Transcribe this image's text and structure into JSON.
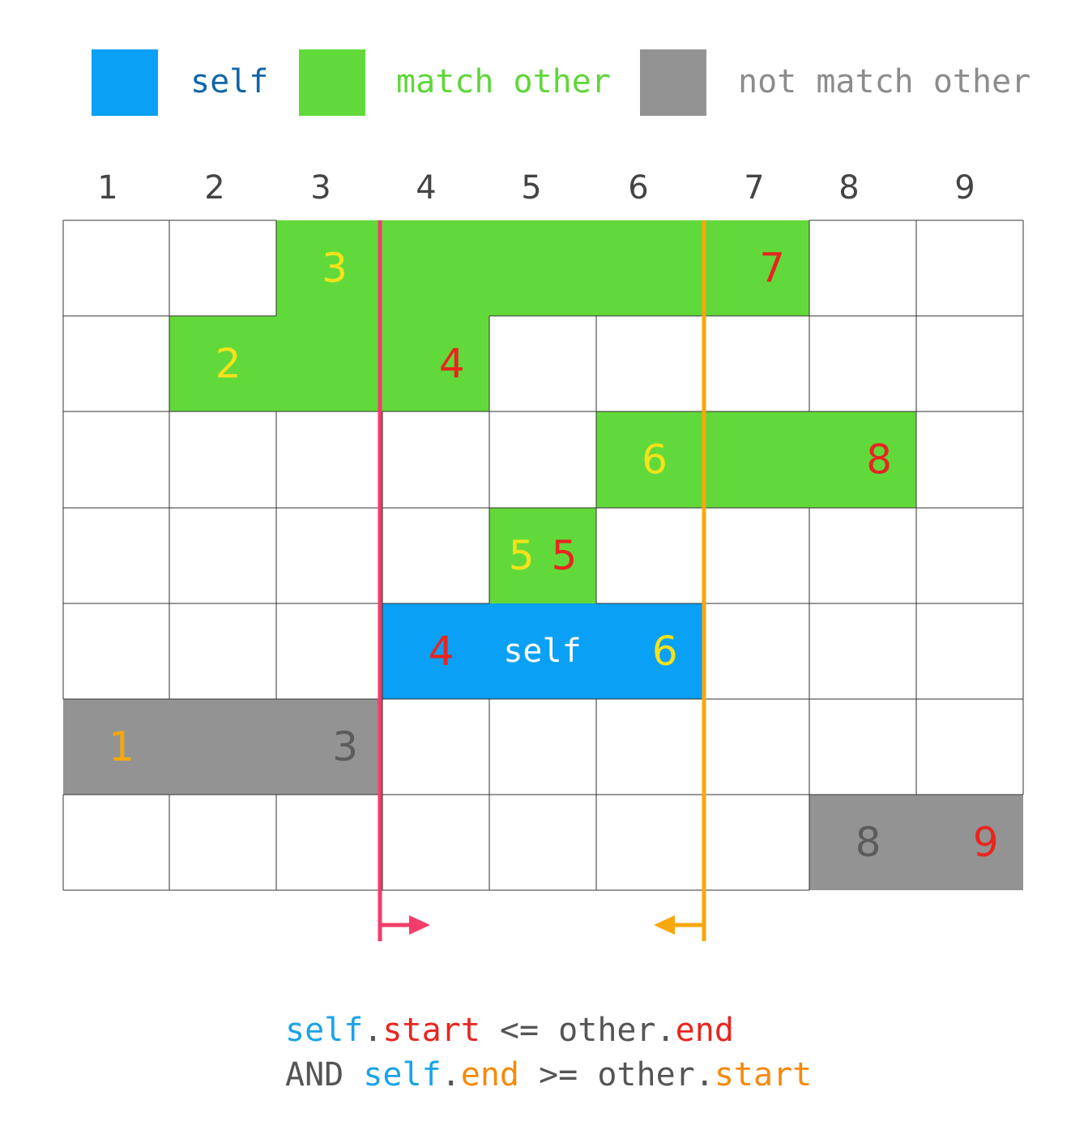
{
  "legend": [
    {
      "label": "self",
      "swatch_color": "#0aa0f5",
      "text_color": "#1066a8"
    },
    {
      "label": "match other",
      "swatch_color": "#62d93a",
      "text_color": "#5fd63a"
    },
    {
      "label": "not match other",
      "swatch_color": "#939393",
      "text_color": "#8c8c8c"
    }
  ],
  "columns": [
    "1",
    "2",
    "3",
    "4",
    "5",
    "6",
    "7",
    "8",
    "9"
  ],
  "colors": {
    "self": "#0aa0f5",
    "match": "#62d93a",
    "nomatch": "#939393",
    "start_line": "#f23d6a",
    "end_line": "#f7a80c",
    "yellow_label": "#f5e21a",
    "red_label": "#e8251f",
    "orange_label": "#f5a80c",
    "gray_label": "#5c5c5c",
    "white_label": "#ffffff"
  },
  "intervals": [
    {
      "kind": "match",
      "row": 1,
      "start": 3,
      "end": 7,
      "start_label": "3",
      "end_label": "7",
      "start_label_color": "yellow_label",
      "end_label_color": "red_label"
    },
    {
      "kind": "match",
      "row": 2,
      "start": 2,
      "end": 4,
      "start_label": "2",
      "end_label": "4",
      "start_label_color": "yellow_label",
      "end_label_color": "red_label"
    },
    {
      "kind": "match",
      "row": 3,
      "start": 6,
      "end": 8,
      "start_label": "6",
      "end_label": "8",
      "start_label_color": "yellow_label",
      "end_label_color": "red_label"
    },
    {
      "kind": "match",
      "row": 4,
      "start": 5,
      "end": 5,
      "start_label": "5",
      "end_label": "5",
      "start_label_color": "yellow_label",
      "end_label_color": "red_label"
    },
    {
      "kind": "self",
      "row": 5,
      "start": 4,
      "end": 6,
      "start_label": "4",
      "end_label": "6",
      "start_label_color": "red_label",
      "end_label_color": "yellow_label",
      "center_label": "self"
    },
    {
      "kind": "nomatch",
      "row": 6,
      "start": 1,
      "end": 3,
      "start_label": "1",
      "end_label": "3",
      "start_label_color": "orange_label",
      "end_label_color": "gray_label"
    },
    {
      "kind": "nomatch",
      "row": 7,
      "start": 8,
      "end": 9,
      "start_label": "8",
      "end_label": "9",
      "start_label_color": "gray_label",
      "end_label_color": "red_label"
    }
  ],
  "formula": {
    "line1": [
      {
        "text": "self",
        "style": "self"
      },
      {
        "text": ".",
        "style": "gray"
      },
      {
        "text": "start",
        "style": "red"
      },
      {
        "text": " <= other.",
        "style": "gray"
      },
      {
        "text": "end",
        "style": "red"
      }
    ],
    "line2": [
      {
        "text": "AND ",
        "style": "gray"
      },
      {
        "text": "self",
        "style": "self"
      },
      {
        "text": ".",
        "style": "gray"
      },
      {
        "text": "end",
        "style": "orange"
      },
      {
        "text": " >= other.",
        "style": "gray"
      },
      {
        "text": "start",
        "style": "orange"
      }
    ]
  }
}
